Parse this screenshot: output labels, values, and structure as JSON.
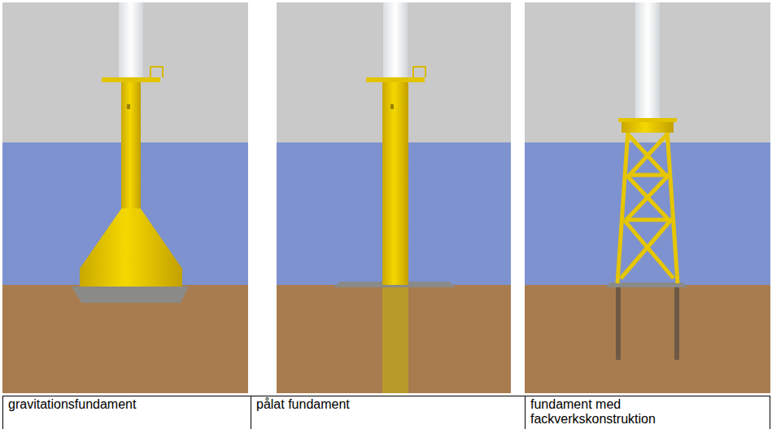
{
  "diagram": {
    "labels": [
      "gravitationsfundament",
      "pålat fundament",
      "fundament med fackverkskonstruktion"
    ]
  }
}
